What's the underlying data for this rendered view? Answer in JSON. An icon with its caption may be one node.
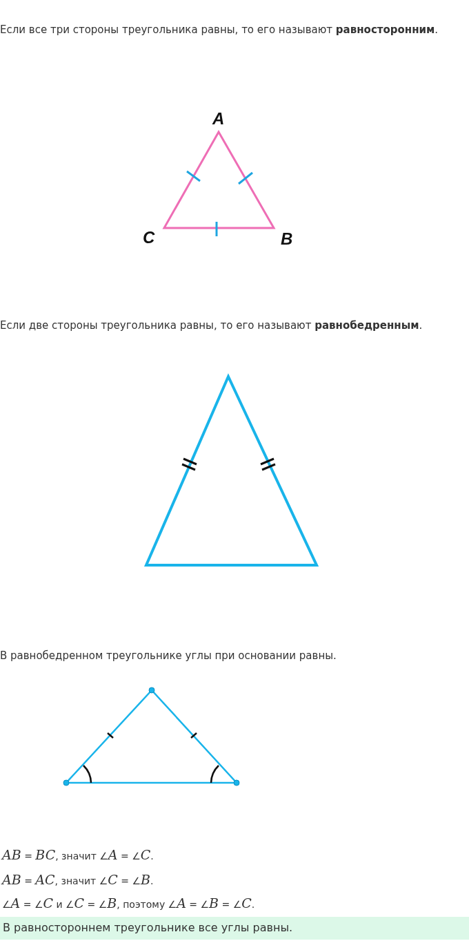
{
  "diagram": {
    "labels": [
      "Если все три стороны треугольника равны, то его называют **равносторонним**.",
      "A",
      "C",
      "B",
      "Если две стороны треугольника равны, то его называют **равнобедренным**.",
      "В равнобедренном треугольнике углы при основании равны.",
      "*AB* = *BC*, значит ∠*A* = ∠*C*.",
      "*AB* = *AC*, значит ∠*C* = ∠*B*.",
      "∠*A* = ∠*C* и ∠*C* = ∠*B*, поэтому ∠*A* = ∠*B* = ∠*C*.",
      "В равностороннем треугольнике все углы равны."
    ]
  }
}
